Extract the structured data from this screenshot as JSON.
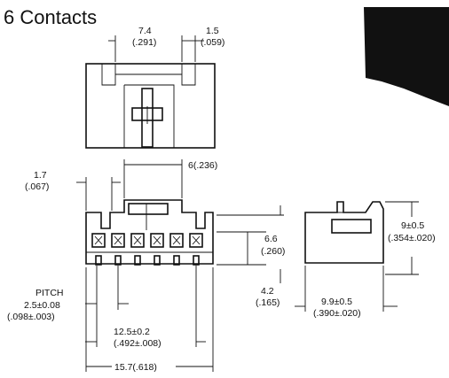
{
  "title": "6 Contacts",
  "dimensions": {
    "top_width": "7.4",
    "top_width_in": "(.291)",
    "top_gap": "1.5",
    "top_gap_in": "(.059)",
    "key_width": "6(.236)",
    "wall": "1.7",
    "wall_in": "(.067)",
    "body_height": "6.6",
    "body_height_in": "(.260)",
    "pin_length": "4.2",
    "pin_length_in": "(.165)",
    "total_height": "9±0.5",
    "total_height_in": "(.354±.020)",
    "depth": "9.9±0.5",
    "depth_in": "(.390±.020)",
    "pitch_label": "PITCH",
    "pitch": "2.5±0.08",
    "pitch_in": "(.098±.003)",
    "span": "12.5±0.2",
    "span_in": "(.492±.008)",
    "overall": "15.7(.618)"
  }
}
